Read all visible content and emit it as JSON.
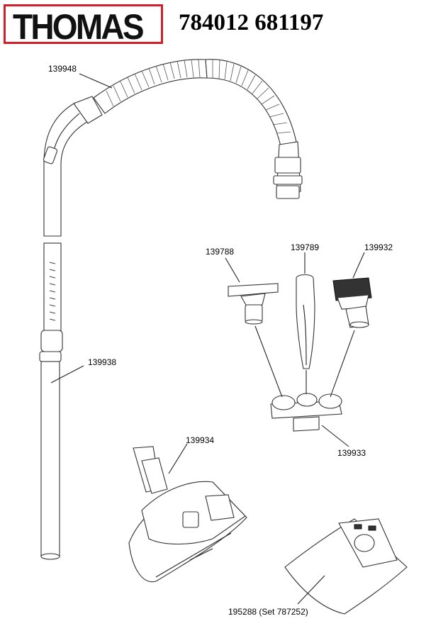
{
  "header": {
    "brand": "THOMAS",
    "model_numbers": "784012 681197",
    "brand_color": "#d2202a"
  },
  "parts": [
    {
      "id": "hose",
      "label": "139948"
    },
    {
      "id": "telescopic-tube",
      "label": "139938"
    },
    {
      "id": "upholstery-nozzle",
      "label": "139788"
    },
    {
      "id": "crevice-nozzle",
      "label": "139789"
    },
    {
      "id": "dusting-brush",
      "label": "139932"
    },
    {
      "id": "accessory-holder",
      "label": "139933"
    },
    {
      "id": "floor-nozzle",
      "label": "139934"
    },
    {
      "id": "dust-bag",
      "label": "195288 (Set 787252)"
    }
  ]
}
